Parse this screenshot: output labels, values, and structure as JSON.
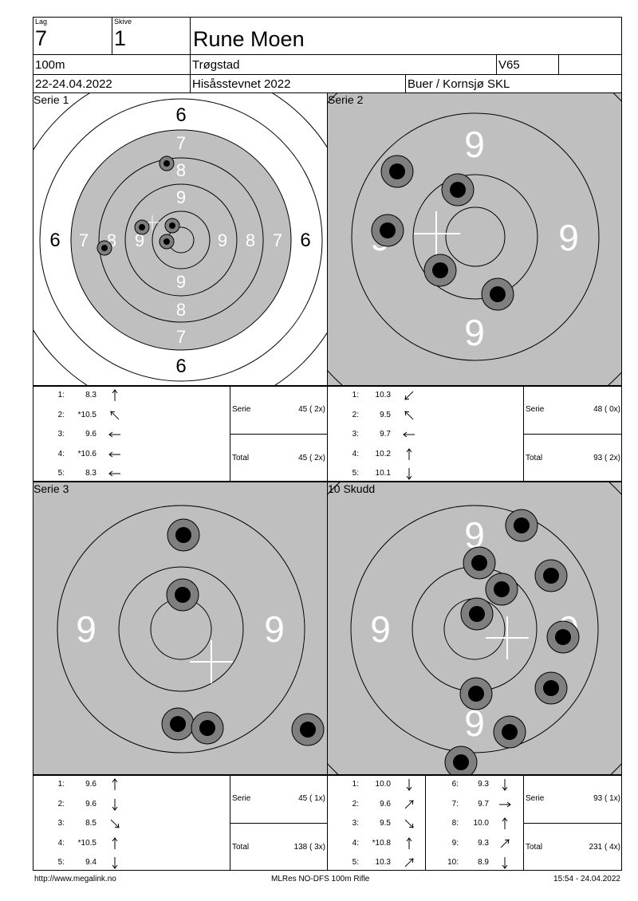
{
  "header": {
    "lag_label": "Lag",
    "lag_value": "7",
    "skive_label": "Skive",
    "skive_value": "1",
    "name": "Rune Moen",
    "distance": "100m",
    "place": "Trøgstad",
    "class": "V65",
    "dates": "22-24.04.2022",
    "event": "Hisåsstevnet 2022",
    "club": "Buer / Kornsjø SKL"
  },
  "panels": {
    "serie1": "Serie 1",
    "serie2": "Serie 2",
    "serie3": "Serie 3",
    "skudd": "10 Skudd"
  },
  "series1": {
    "shots": [
      {
        "n": "1:",
        "v": "8.3",
        "dir": "arrow-up-icon"
      },
      {
        "n": "2:",
        "v": "*10.5",
        "dir": "arrow-up-left-icon"
      },
      {
        "n": "3:",
        "v": "9.6",
        "dir": "arrow-left-icon"
      },
      {
        "n": "4:",
        "v": "*10.6",
        "dir": "arrow-left-icon"
      },
      {
        "n": "5:",
        "v": "8.3",
        "dir": "arrow-left-icon"
      }
    ],
    "serie_label": "Serie",
    "serie_value": "45 ( 2x)",
    "total_label": "Total",
    "total_value": "45 ( 2x)"
  },
  "series2": {
    "shots": [
      {
        "n": "1:",
        "v": "10.3",
        "dir": "arrow-down-left-icon"
      },
      {
        "n": "2:",
        "v": "9.5",
        "dir": "arrow-up-left-icon"
      },
      {
        "n": "3:",
        "v": "9.7",
        "dir": "arrow-left-icon"
      },
      {
        "n": "4:",
        "v": "10.2",
        "dir": "arrow-up-icon"
      },
      {
        "n": "5:",
        "v": "10.1",
        "dir": "arrow-down-icon"
      }
    ],
    "serie_label": "Serie",
    "serie_value": "48 ( 0x)",
    "total_label": "Total",
    "total_value": "93 ( 2x)"
  },
  "series3": {
    "shots": [
      {
        "n": "1:",
        "v": "9.6",
        "dir": "arrow-up-icon"
      },
      {
        "n": "2:",
        "v": "9.6",
        "dir": "arrow-down-icon"
      },
      {
        "n": "3:",
        "v": "8.5",
        "dir": "arrow-down-right-icon"
      },
      {
        "n": "4:",
        "v": "*10.5",
        "dir": "arrow-up-icon"
      },
      {
        "n": "5:",
        "v": "9.4",
        "dir": "arrow-down-icon"
      }
    ],
    "serie_label": "Serie",
    "serie_value": "45 ( 1x)",
    "total_label": "Total",
    "total_value": "138 ( 3x)"
  },
  "series10": {
    "shots_left": [
      {
        "n": "1:",
        "v": "10.0",
        "dir": "arrow-down-icon"
      },
      {
        "n": "2:",
        "v": "9.6",
        "dir": "arrow-up-right-icon"
      },
      {
        "n": "3:",
        "v": "9.5",
        "dir": "arrow-down-right-icon"
      },
      {
        "n": "4:",
        "v": "*10.8",
        "dir": "arrow-up-icon"
      },
      {
        "n": "5:",
        "v": "10.3",
        "dir": "arrow-up-right-icon"
      }
    ],
    "shots_right": [
      {
        "n": "6:",
        "v": "9.3",
        "dir": "arrow-down-icon"
      },
      {
        "n": "7:",
        "v": "9.7",
        "dir": "arrow-right-icon"
      },
      {
        "n": "8:",
        "v": "10.0",
        "dir": "arrow-up-icon"
      },
      {
        "n": "9:",
        "v": "9.3",
        "dir": "arrow-up-right-icon"
      },
      {
        "n": "10:",
        "v": "8.9",
        "dir": "arrow-down-icon"
      }
    ],
    "serie_label": "Serie",
    "serie_value": "93 ( 1x)",
    "total_label": "Total",
    "total_value": "231 ( 4x)"
  },
  "target_labels": {
    "six": "6",
    "seven": "7",
    "eight": "8",
    "nine": "9"
  },
  "footer": {
    "url": "http://www.megalink.no",
    "software": "MLRes NO-DFS 100m Rifle",
    "timestamp": "15:54 - 24.04.2022"
  }
}
